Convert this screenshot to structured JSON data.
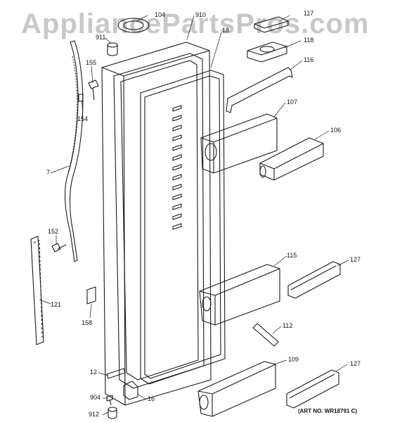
{
  "watermark": "AppliancePartsPros.com",
  "art_number": "(ART NO. WR18791 C)",
  "callouts": {
    "c104": "104",
    "c910": "910",
    "c911": "911",
    "c18": "18",
    "c117": "117",
    "c118": "118",
    "c116": "116",
    "c155": "155",
    "c154": "154",
    "c7": "7",
    "c107": "107",
    "c106": "106",
    "c152": "152",
    "c115": "115",
    "c127a": "127",
    "c121": "121",
    "c158": "158",
    "c112": "112",
    "c12": "12",
    "c109": "109",
    "c127b": "127",
    "c904": "904",
    "c16": "16",
    "c912": "912"
  }
}
